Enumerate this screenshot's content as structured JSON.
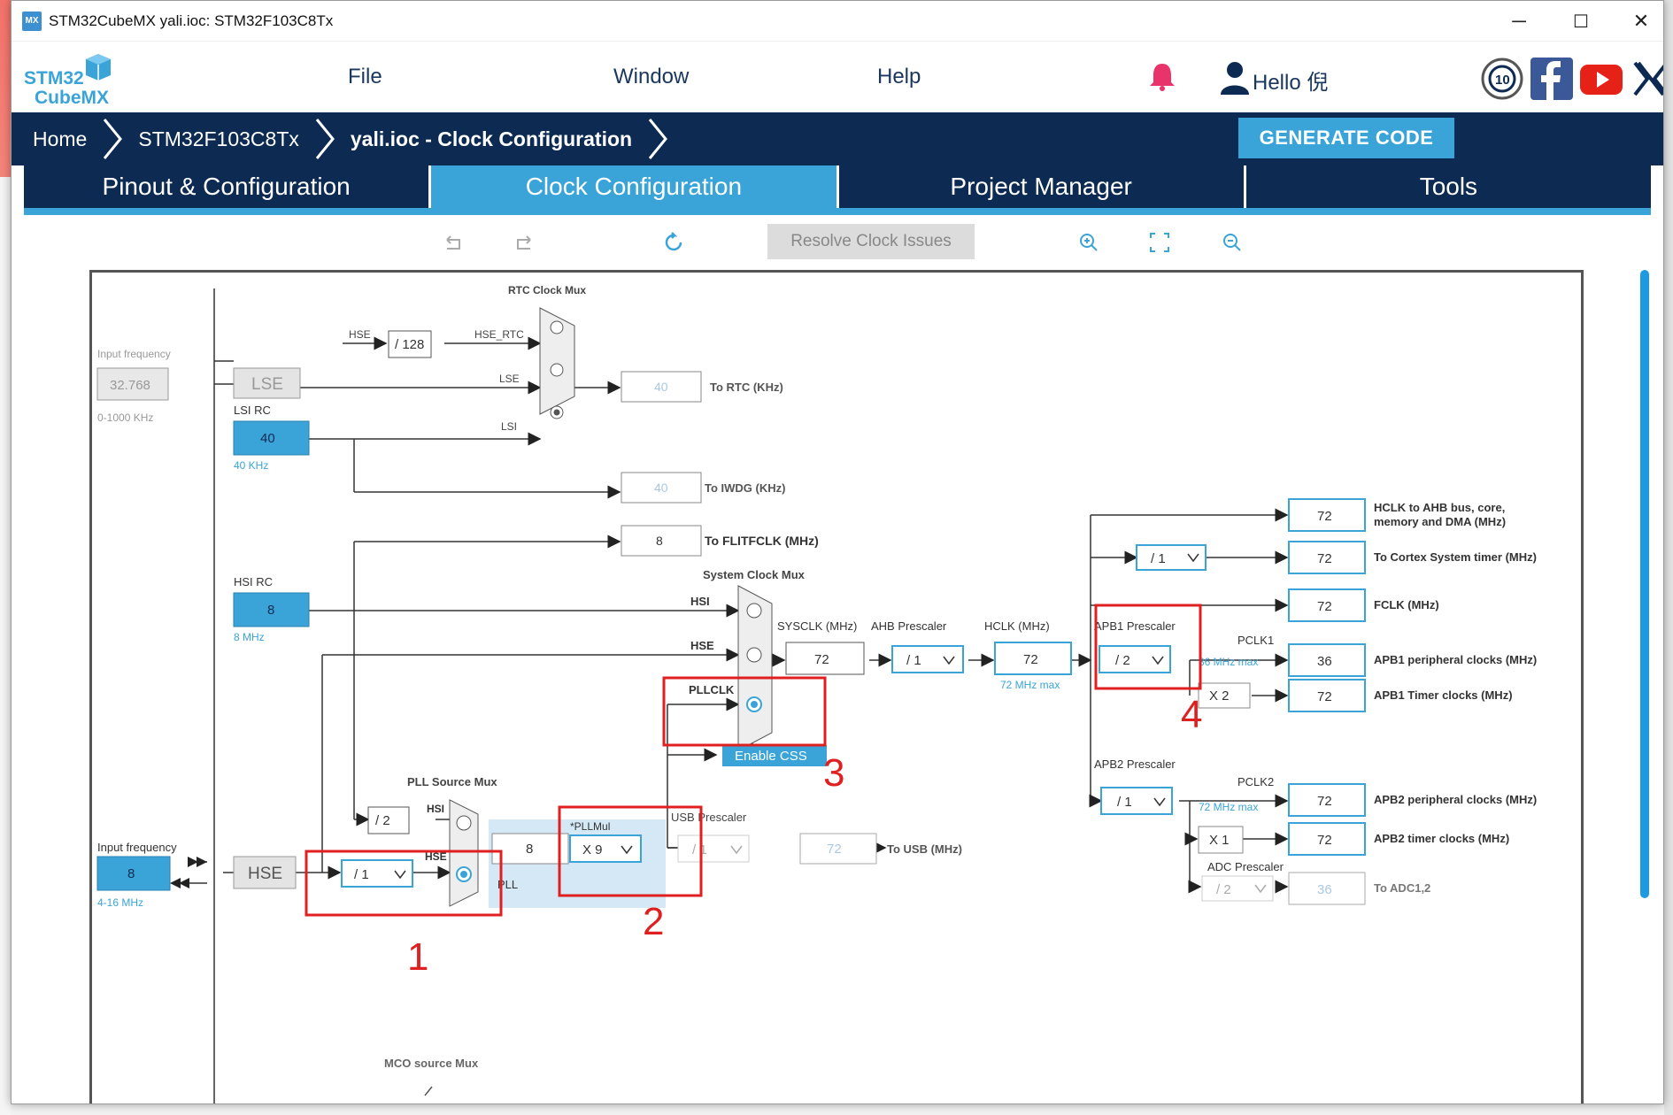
{
  "window": {
    "title": "STM32CubeMX yali.ioc: STM32F103C8Tx",
    "app_icon": "MX",
    "minimize": "─",
    "maximize": "☐",
    "close": "✕"
  },
  "header": {
    "logo_top": "STM32",
    "logo_bottom": "CubeMX",
    "menus": [
      "File",
      "Window",
      "Help"
    ],
    "greeting": "Hello 倪"
  },
  "breadcrumb": {
    "items": [
      "Home",
      "STM32F103C8Tx",
      "yali.ioc - Clock Configuration"
    ],
    "generate": "GENERATE CODE"
  },
  "tabs": [
    "Pinout & Configuration",
    "Clock Configuration",
    "Project Manager",
    "Tools"
  ],
  "active_tab": 1,
  "toolbar": {
    "resolve": "Resolve Clock Issues"
  },
  "colors": {
    "navy": "#0c2a52",
    "accent": "#3aa4d9",
    "annotation": "#e02020",
    "field_blue": "#3aa4d9"
  },
  "clock": {
    "rtc_mux_title": "RTC Clock Mux",
    "hse_label": "HSE",
    "div128": "/ 128",
    "hse_rtc": "HSE_RTC",
    "input_freq_label": "Input frequency",
    "lse_freq": "32.768",
    "lse_range": "0-1000 KHz",
    "lse": "LSE",
    "lsi_rc": "LSI RC",
    "lsi_val": "40",
    "lsi_unit": "40 KHz",
    "lse_tag": "LSE",
    "lsi_tag": "LSI",
    "rtc_val": "40",
    "rtc_label": "To RTC (KHz)",
    "iwdg_val": "40",
    "iwdg_label": "To IWDG (KHz)",
    "flit_val": "8",
    "flit_label": "To FLITFCLK (MHz)",
    "hsi_rc": "HSI RC",
    "hsi_val": "8",
    "hsi_unit": "8 MHz",
    "sys_mux_title": "System Clock Mux",
    "mux_hsi": "HSI",
    "mux_hse": "HSE",
    "mux_pll": "PLLCLK",
    "sysclk_label": "SYSCLK (MHz)",
    "sysclk": "72",
    "ahb_label": "AHB Prescaler",
    "ahb": "/ 1",
    "hclk_label": "HCLK (MHz)",
    "hclk": "72",
    "hclk_max": "72 MHz max",
    "apb1_label": "APB1 Prescaler",
    "apb1": "/ 2",
    "pclk1": "PCLK1",
    "pclk1_max": "36 MHz max",
    "apb1_timer_mul": "X 2",
    "cortex_div": "/ 1",
    "out_hclk": "72",
    "out_hclk_label": "HCLK to AHB bus, core,",
    "out_hclk_label2": "memory and DMA (MHz)",
    "out_cortex": "72",
    "out_cortex_label": "To Cortex System timer (MHz)",
    "out_fclk": "72",
    "out_fclk_label": "FCLK (MHz)",
    "out_apb1p": "36",
    "out_apb1p_label": "APB1 peripheral clocks (MHz)",
    "out_apb1t": "72",
    "out_apb1t_label": "APB1 Timer clocks (MHz)",
    "enable_css": "Enable CSS",
    "apb2_label": "APB2 Prescaler",
    "apb2": "/ 1",
    "pclk2": "PCLK2",
    "pclk2_max": "72 MHz max",
    "out_apb2p": "72",
    "out_apb2p_label": "APB2 peripheral clocks (MHz)",
    "apb2_timer_mul": "X 1",
    "out_apb2t": "72",
    "out_apb2t_label": "APB2 timer clocks (MHz)",
    "adc_label": "ADC Prescaler",
    "adc": "/ 2",
    "out_adc": "36",
    "out_adc_label": "To ADC1,2",
    "pll_src_title": "PLL Source Mux",
    "pll_hsi_div": "/ 2",
    "pll_hsi": "HSI",
    "pll_hse": "HSE",
    "hse_in_label": "Input frequency",
    "hse_in": "8",
    "hse_range": "4-16 MHz",
    "hse_block": "HSE",
    "pll_prediv": "/ 1",
    "pll_val": "8",
    "pll_label": "PLL",
    "pllmul_label": "*PLLMul",
    "pllmul": "X 9",
    "usb_label": "USB Prescaler",
    "usb_div": "/ 1",
    "usb_val": "72",
    "usb_out_label": "To USB (MHz)",
    "mco_title": "MCO source Mux",
    "annotations": [
      "1",
      "2",
      "3",
      "4"
    ]
  }
}
